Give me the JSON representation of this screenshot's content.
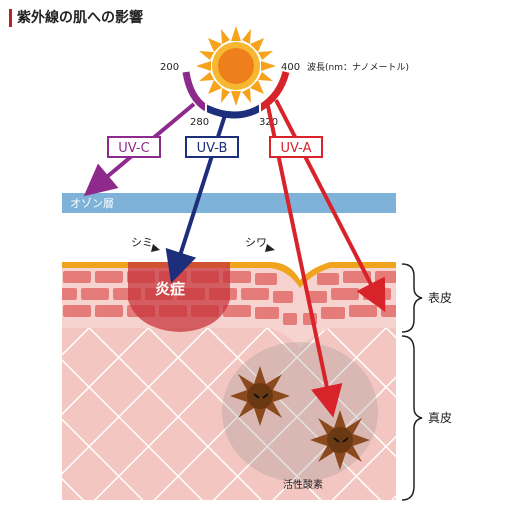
{
  "title": "紫外線の肌への影響",
  "wavelength": {
    "label_200": "200",
    "label_280": "280",
    "label_320": "320",
    "label_400": "400",
    "unit_label": "波長(nm：ナノメートル)"
  },
  "rays": {
    "uvc": "UV-C",
    "uvb": "UV-B",
    "uva": "UV-A"
  },
  "layers": {
    "ozone": "オゾン層",
    "epidermis": "表皮",
    "dermis": "真皮"
  },
  "callouts": {
    "spots": "シミ",
    "wrinkles": "シワ",
    "inflammation": "炎症",
    "active_oxygen": "活性酸素"
  },
  "colors": {
    "uvc": "#8e2a8c",
    "uvb": "#1d2e7a",
    "uva": "#d8232a",
    "ozone": "#7fb2d9",
    "epidermis": "#e67c7a",
    "dermis": "#f3c6c1",
    "sun": "#f7a21b"
  }
}
